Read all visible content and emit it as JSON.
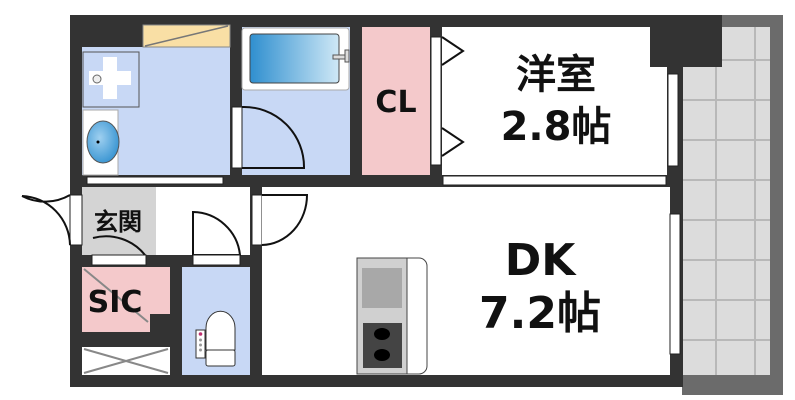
{
  "plan": {
    "rooms": {
      "western": {
        "name": "洋室",
        "size": "2.8帖"
      },
      "dk": {
        "name": "DK",
        "size": "7.2帖"
      },
      "closet": {
        "name": "CL"
      },
      "entrance": {
        "name": "玄関"
      },
      "sic": {
        "name": "SIC"
      }
    },
    "colors": {
      "wall": "#333333",
      "wet_area": "#c8d8f5",
      "storage": "#f4c9cb",
      "entrance_floor": "#d4d4d4",
      "balcony": "#dcdcdc",
      "balcony_edge": "#6b6b6b",
      "shoe_shelf": "#f9dfa5",
      "bathtub": "#4aa3dc"
    }
  }
}
